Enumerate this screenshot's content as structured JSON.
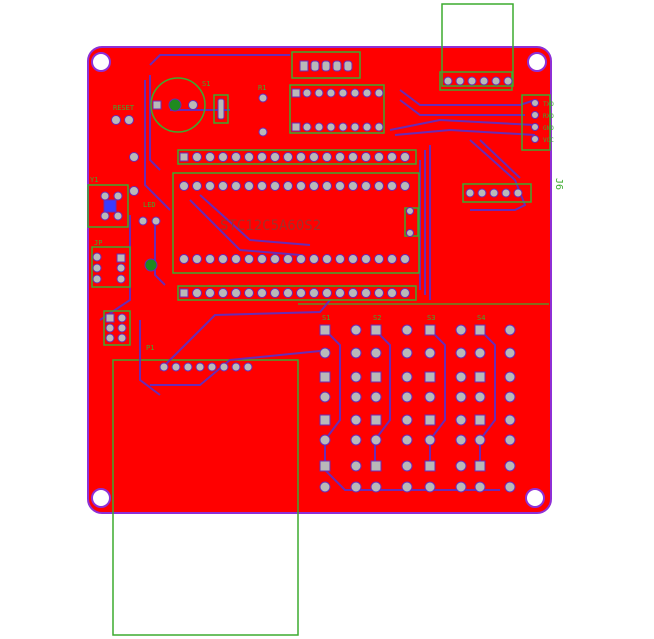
{
  "board": {
    "chip_label": "STC12C5A60S2",
    "header_pins": [
      "TXD",
      "RXD",
      "GND",
      "VCC"
    ],
    "side_label": "J6",
    "refs": {
      "reset": "RESET",
      "led": "LED",
      "switch": "S1",
      "resistor": "R1",
      "crystal": "Y1",
      "jp": "JP",
      "p1": "P1",
      "s1_btn": "S1",
      "s2_btn": "S2",
      "s3_btn": "S3",
      "s4_btn": "S4"
    }
  },
  "colors": {
    "background": "#ffffff",
    "copper": "#ff0000",
    "outline": "#8e2fd6",
    "trace": "#6a2bb5",
    "silkscreen": "#3cab2f",
    "pad": "#b9b9b9",
    "hole": "#ffffff"
  }
}
